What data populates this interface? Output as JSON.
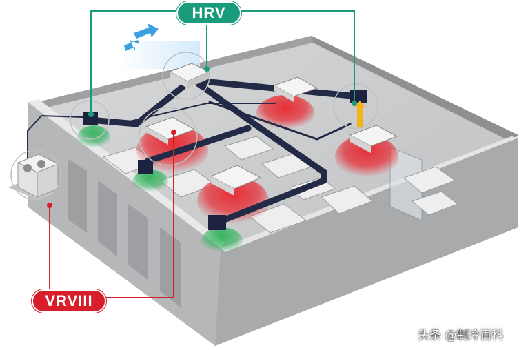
{
  "labels": {
    "hrv": "HRV",
    "vrv": "VRVIII"
  },
  "watermark": "头条 @制冷百科",
  "colors": {
    "hrv_accent": "#1a9b7c",
    "vrv_accent": "#d81e2a",
    "duct": "#232a45",
    "heat_zone": "#e8262e",
    "fresh_air_zone": "#2fb35a",
    "supply_arrow": "#f2b418",
    "outdoor_air_arrow": "#3aa0e0",
    "floor": "#cfd0d2",
    "wall": "#b6b7b9"
  }
}
